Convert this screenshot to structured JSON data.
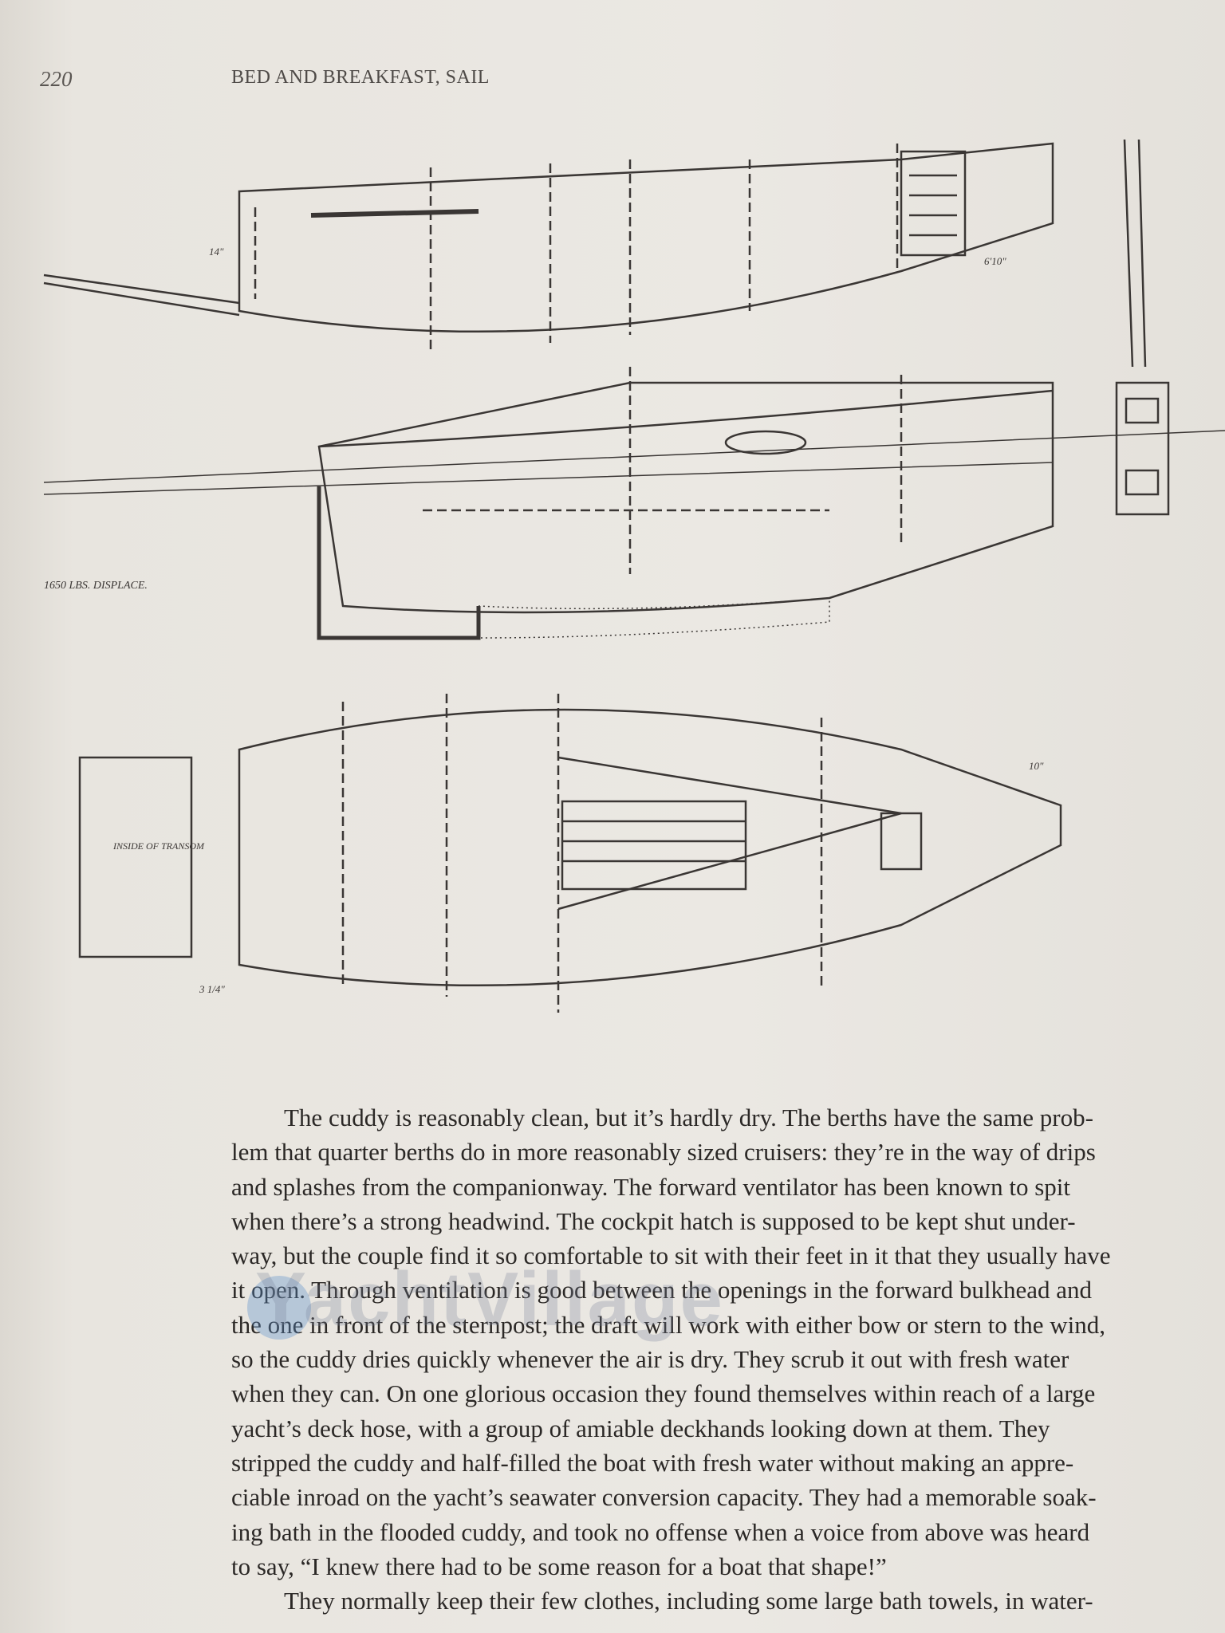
{
  "header": {
    "page_number": "220",
    "running_head": "BED AND BREAKFAST, SAIL"
  },
  "drawing": {
    "annotations": [
      "1650 LBS. DISPLACE.",
      "14\"",
      "10\"",
      "3 1/4\"",
      "INSIDE OF TRANSOM",
      "6'10\""
    ]
  },
  "body": {
    "paragraph1": [
      "The cuddy is reasonably clean, but it’s hardly dry. The berths have the same prob-",
      "lem that quarter berths do in more reasonably sized cruisers: they’re in the way of drips",
      "and splashes from the companionway. The forward ventilator has been known to spit",
      "when there’s a strong headwind. The cockpit hatch is supposed to be kept shut under-",
      "way, but the couple find it so comfortable to sit with their feet in it that they usually have",
      "it open. Through ventilation is good between the openings in the forward bulkhead and",
      "the one in front of the sternpost; the draft will work with either bow or stern to the wind,",
      "so the cuddy dries quickly whenever the air is dry. They scrub it out with fresh water",
      "when they can. On one glorious occasion they found themselves within reach of a large",
      "yacht’s deck hose, with a group of amiable deckhands looking down at them. They",
      "stripped the cuddy and half-filled the boat with fresh water without making an appre-",
      "ciable inroad on the yacht’s seawater conversion capacity. They had a memorable soak-",
      "ing bath in the flooded cuddy, and took no offense when a voice from above was heard",
      "to say, “I knew there had to be some reason for a boat that shape!”"
    ],
    "paragraph2_first_line": "They normally keep their few clothes, including some large bath towels, in water-"
  },
  "watermark": "YachtVillage"
}
